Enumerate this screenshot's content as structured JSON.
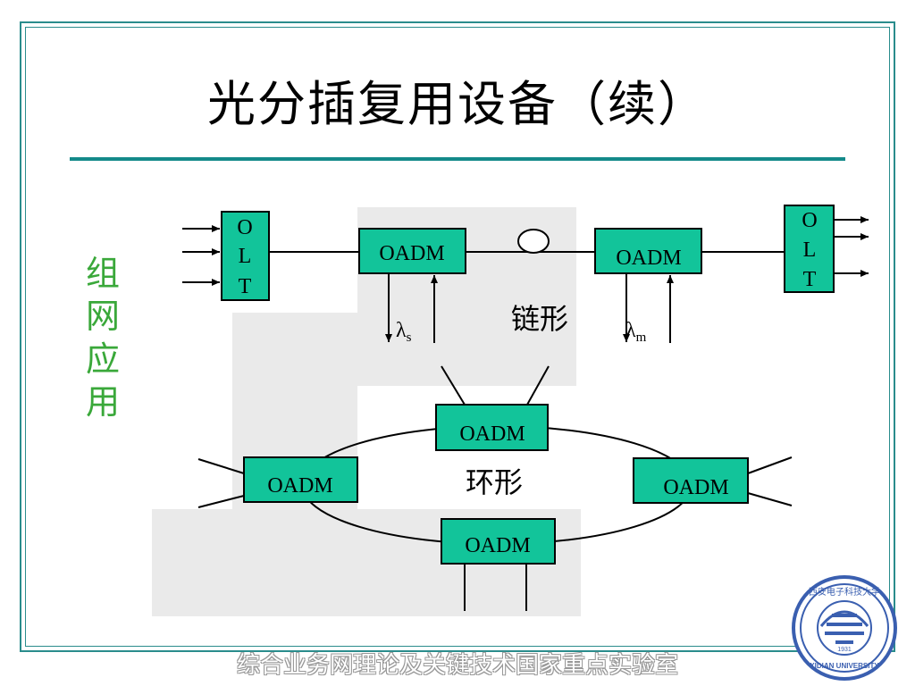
{
  "slide": {
    "title": "光分插复用设备（续）",
    "side_label": [
      "组",
      "网",
      "应",
      "用"
    ],
    "footer": "综合业务网理论及关键技术国家重点实验室"
  },
  "diagram": {
    "olt_letters": [
      "O",
      "L",
      "T"
    ],
    "oadm_label": "OADM",
    "chain_label": "链形",
    "ring_label": "环形",
    "lambda_symbol": "λ",
    "lambda_s_sub": "s",
    "lambda_m_sub": "m"
  },
  "logo": {
    "ring_text_top": "西安电子科技大学",
    "ring_text_bottom": "XIDIAN UNIVERSITY",
    "year": "1931"
  },
  "colors": {
    "frame": "#2a8c8c",
    "title_rule": "#148a8a",
    "box_fill": "#12c49a",
    "side_label": "#3aa83a",
    "logo": "#3a5fb0"
  }
}
